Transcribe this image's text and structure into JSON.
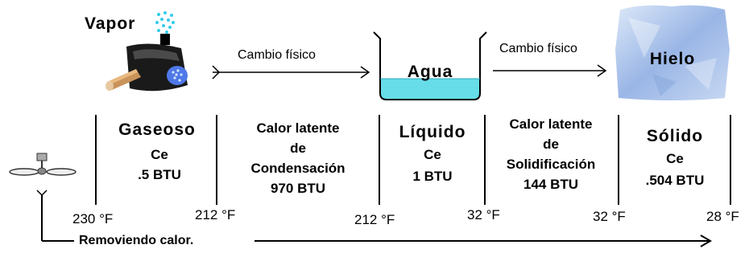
{
  "labels": {
    "vapor": "Vapor",
    "agua": "Agua",
    "hielo": "Hielo",
    "cambio_1": "Cambio físico",
    "cambio_2": "Cambio físico"
  },
  "phases": [
    {
      "name": "Gaseoso",
      "ce": "Ce",
      "value": ".5 BTU"
    },
    {
      "name": "Líquido",
      "ce": "Ce",
      "value": "1 BTU"
    },
    {
      "name": "Sólido",
      "ce": "Ce",
      "value": ".504 BTU"
    }
  ],
  "latent": [
    {
      "line1": "Calor  latente",
      "line2": "de",
      "line3": "Condensación",
      "line4": "970  BTU"
    },
    {
      "line1": "Calor latente",
      "line2": "de",
      "line3": "Solidificación",
      "line4": "144   BTU"
    }
  ],
  "temps": [
    "230 °F",
    "212 °F",
    "212 °F",
    "32 °F",
    "32 °F",
    "28 °F"
  ],
  "bottom": "Removiendo calor."
}
